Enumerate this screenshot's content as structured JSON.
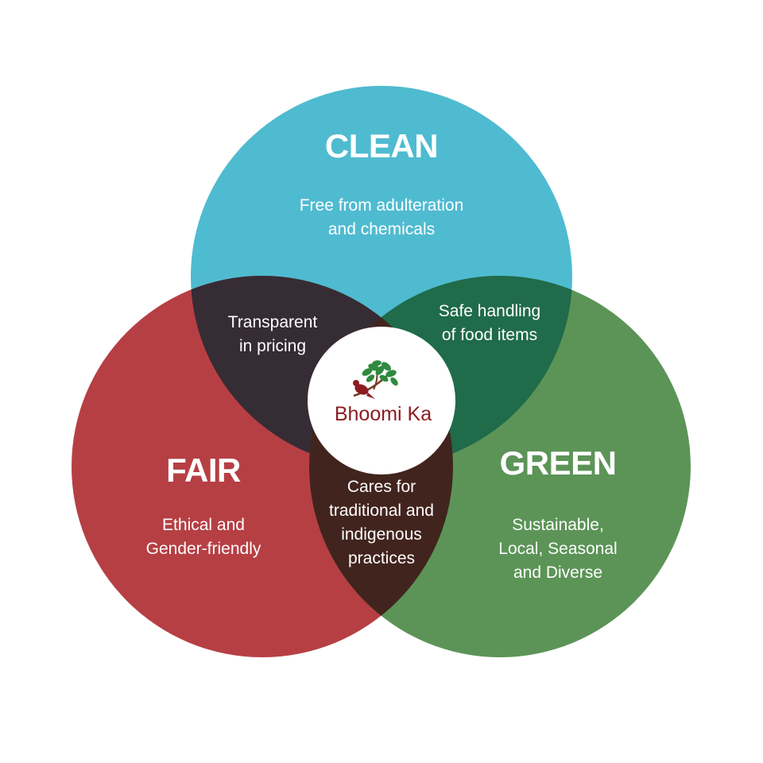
{
  "diagram": {
    "colors": {
      "clean": "#4fbbd0",
      "fair": "#b63f44",
      "green": "#5c9457",
      "clean_fair": "#362c34",
      "clean_green": "#1f6b4a",
      "fair_green": "#42241e",
      "center": "#ffffff",
      "brand_text": "#8b1d22",
      "brand_leaf": "#2f8a3f"
    },
    "clean": {
      "title": "CLEAN",
      "desc_line1": "Free from adulteration",
      "desc_line2": "and chemicals"
    },
    "fair": {
      "title": "FAIR",
      "desc_line1": "Ethical and",
      "desc_line2": "Gender-friendly"
    },
    "green": {
      "title": "GREEN",
      "desc_line1": "Sustainable,",
      "desc_line2": "Local, Seasonal",
      "desc_line3": "and Diverse"
    },
    "clean_fair": {
      "line1": "Transparent",
      "line2": "in pricing"
    },
    "clean_green": {
      "line1": "Safe handling",
      "line2": "of food items"
    },
    "fair_green": {
      "line1": "Cares for",
      "line2": "traditional and",
      "line3": "indigenous",
      "line4": "practices"
    },
    "logo": {
      "text": "Bhoomi Ka"
    }
  }
}
